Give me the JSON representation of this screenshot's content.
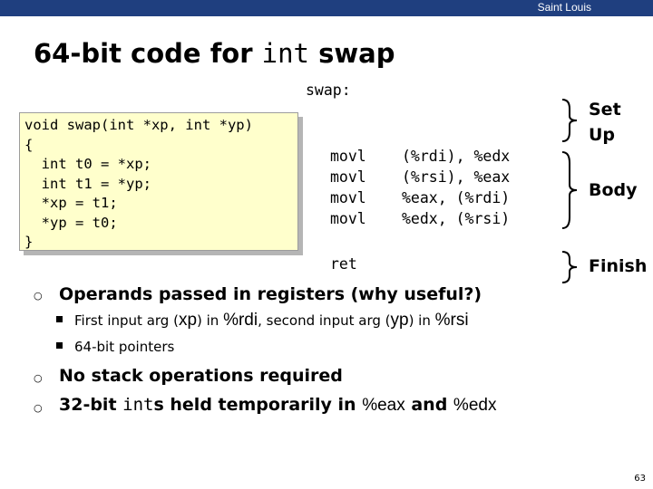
{
  "header": {
    "institution": "Saint Louis"
  },
  "title": {
    "text_pre": "64-bit code for ",
    "text_mono": "int",
    "text_post": " swap"
  },
  "c_code": "void swap(int *xp, int *yp)\n{\n  int t0 = *xp;\n  int t1 = *yp;\n  *xp = t1;\n  *yp = t0;\n}",
  "assembly": {
    "label": "swap:",
    "instructions": [
      {
        "op": "movl",
        "args": "(%rdi), %edx"
      },
      {
        "op": "movl",
        "args": "(%rsi), %eax"
      },
      {
        "op": "movl",
        "args": "%eax, (%rdi)"
      },
      {
        "op": "movl",
        "args": "%edx, (%rsi)"
      }
    ],
    "ret": "ret"
  },
  "sections": {
    "setup_line1": "Set",
    "setup_line2": "Up",
    "body": "Body",
    "finish": "Finish"
  },
  "bullets": {
    "b1": "Operands passed in registers (why useful?)",
    "sub1_a": "First input arg (",
    "sub1_b": "xp",
    "sub1_c": ") in ",
    "sub1_d": "%rdi",
    "sub1_e": ", second input arg (",
    "sub1_f": "yp",
    "sub1_g": ") in ",
    "sub1_h": "%rsi",
    "sub2": "64-bit pointers",
    "b2": "No stack operations required",
    "b3_a": "32-bit ",
    "b3_b": "int",
    "b3_c": "s held temporarily in ",
    "b3_d": "%eax",
    "b3_e": " and ",
    "b3_f": "%edx"
  },
  "page_number": "63"
}
